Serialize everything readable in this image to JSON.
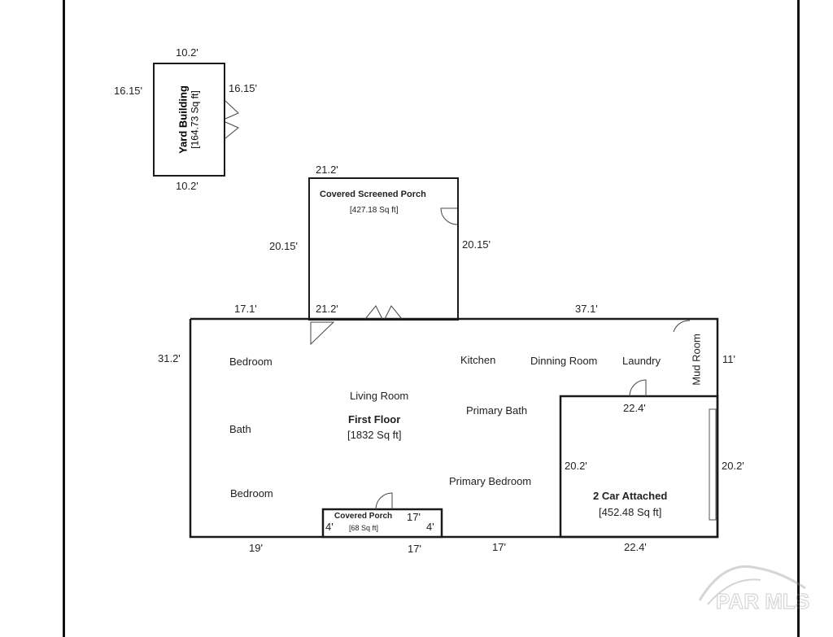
{
  "yard_building": {
    "title": "Yard Building",
    "area": "[164.73 Sq ft]",
    "dim_top": "10.2'",
    "dim_bottom": "10.2'",
    "dim_left": "16.15'",
    "dim_right": "16.15'"
  },
  "screened_porch": {
    "title": "Covered Screened Porch",
    "area": "[427.18 Sq ft]",
    "dim_top": "21.2'",
    "dim_bottom": "21.2'",
    "dim_left": "20.15'",
    "dim_right": "20.15'"
  },
  "first_floor": {
    "title": "First Floor",
    "area": "[1832 Sq ft]",
    "dim_top_left": "17.1'",
    "dim_top_right": "37.1'",
    "dim_left": "31.2'",
    "dim_right": "11'",
    "dim_bottom_left": "19'",
    "dim_bottom_mid": "17'",
    "dim_bottom_right": "17'",
    "rooms": {
      "bedroom_top": "Bedroom",
      "bath": "Bath",
      "bedroom_bottom": "Bedroom",
      "living_room": "Living Room",
      "kitchen": "Kitchen",
      "dinning_room": "Dinning Room",
      "laundry": "Laundry",
      "mud_room": "Mud Room",
      "primary_bath": "Primary Bath",
      "primary_bedroom": "Primary Bedroom"
    }
  },
  "covered_porch": {
    "title": "Covered Porch",
    "area": "[68 Sq ft]",
    "dim_top": "17'",
    "dim_left": "4'",
    "dim_right": "4'"
  },
  "garage": {
    "title": "2 Car Attached",
    "area": "[452.48 Sq ft]",
    "dim_top": "22.4'",
    "dim_bottom": "22.4'",
    "dim_left": "20.2'",
    "dim_right": "20.2'"
  },
  "watermark": {
    "text": "PAR MLS"
  }
}
